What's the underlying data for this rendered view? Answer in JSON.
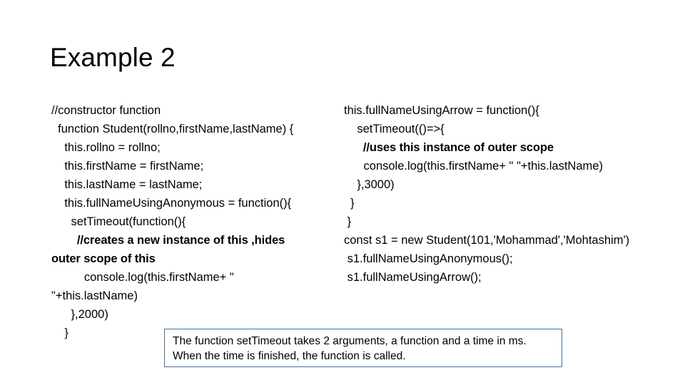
{
  "slide": {
    "title": "Example 2",
    "background_color": "#ffffff",
    "text_color": "#000000"
  },
  "code": {
    "left_column": [
      {
        "text": "//constructor function",
        "bold": false
      },
      {
        "text": "  function Student(rollno,firstName,lastName) {",
        "bold": false
      },
      {
        "text": "    this.rollno = rollno;",
        "bold": false
      },
      {
        "text": "    this.firstName = firstName;",
        "bold": false
      },
      {
        "text": "    this.lastName = lastName;",
        "bold": false
      },
      {
        "text": "    this.fullNameUsingAnonymous = function(){",
        "bold": false
      },
      {
        "text": "      setTimeout(function(){",
        "bold": false
      },
      {
        "text": "        //creates a new instance of this ,hides outer scope of this",
        "bold": true
      },
      {
        "text": "          console.log(this.firstName+ \" \"+this.lastName)",
        "bold": false
      },
      {
        "text": "      },2000)",
        "bold": false
      },
      {
        "text": "    }",
        "bold": false
      }
    ],
    "right_column": [
      {
        "text": "this.fullNameUsingArrow = function(){",
        "bold": false
      },
      {
        "text": "    setTimeout(()=>{",
        "bold": false
      },
      {
        "text": "      //uses this instance of outer scope",
        "bold": true
      },
      {
        "text": "      console.log(this.firstName+ \" \"+this.lastName)",
        "bold": false
      },
      {
        "text": "    },3000)",
        "bold": false
      },
      {
        "text": "  }",
        "bold": false
      },
      {
        "text": " }",
        "bold": false
      },
      {
        "text": "const s1 = new Student(101,'Mohammad','Mohtashim')",
        "bold": false
      },
      {
        "text": " s1.fullNameUsingAnonymous();",
        "bold": false
      },
      {
        "text": " s1.fullNameUsingArrow();",
        "bold": false
      }
    ]
  },
  "callout": {
    "border_color": "#4A7099",
    "lines": [
      "The function setTimeout takes 2 arguments, a function and a time in ms.",
      "When the time is finished, the function is called."
    ]
  }
}
